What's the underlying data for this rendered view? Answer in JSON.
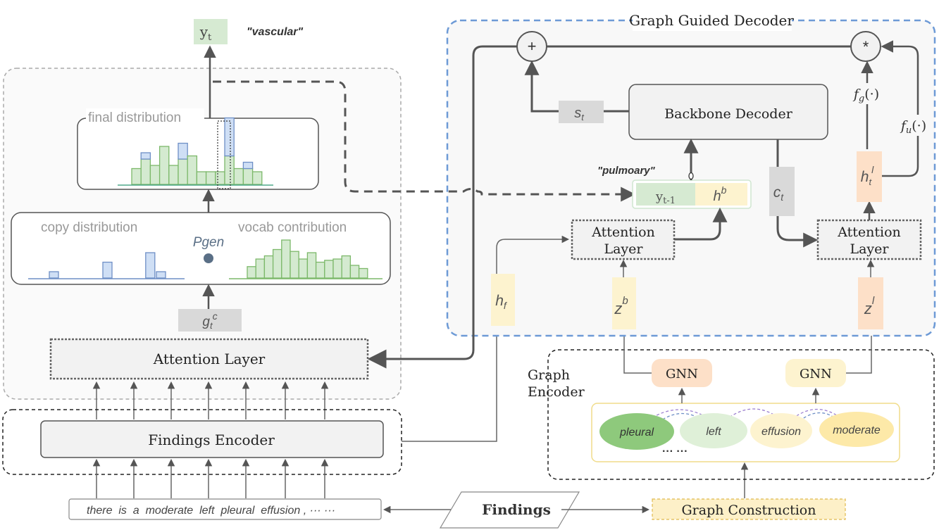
{
  "output": {
    "token_label": "y",
    "token_sub": "t",
    "word": "\"vascular\""
  },
  "final_distribution": {
    "label": "final distribution"
  },
  "copy_distribution": {
    "label": "copy distribution"
  },
  "vocab_contribution": {
    "label": "vocab contribution"
  },
  "pgen": {
    "label": "Pgen"
  },
  "context_vector": {
    "main": "g",
    "sub": "t",
    "sup": "c"
  },
  "attention_layer_left": {
    "label": "Attention Layer"
  },
  "findings_encoder": {
    "label": "Findings Encoder"
  },
  "findings_text": {
    "value": "there  is  a  moderate  left  pleural  effusion , ··· ···"
  },
  "findings": {
    "label": "Findings"
  },
  "graph_construction": {
    "label": "Graph Construction"
  },
  "graph_encoder": {
    "line1": "Graph",
    "line2": "Encoder"
  },
  "gnn_left": {
    "label": "GNN"
  },
  "gnn_right": {
    "label": "GNN"
  },
  "graph_nodes": {
    "pleural": "pleural",
    "left": "left",
    "effusion": "effusion",
    "moderate": "moderate",
    "ellipsis": "··· ···"
  },
  "graph_guided_decoder": {
    "title": "Graph Guided Decoder"
  },
  "plus_node": {
    "symbol": "+"
  },
  "mult_node": {
    "symbol": "*"
  },
  "state_vector": {
    "main": "s",
    "sub": "t"
  },
  "backbone_decoder": {
    "label": "Backbone Decoder"
  },
  "prev_token": {
    "word": "\"pulmoary\"",
    "y_label": "y",
    "y_sub": "t-1",
    "h_label": "h",
    "h_sup": "b"
  },
  "context_ct": {
    "main": "c",
    "sub": "t"
  },
  "attention_layer_mid": {
    "line1": "Attention",
    "line2": "Layer"
  },
  "attention_layer_right": {
    "line1": "Attention",
    "line2": "Layer"
  },
  "hf_vector": {
    "main": "h",
    "sub": "f"
  },
  "zb_vector": {
    "main": "z",
    "sup": "b"
  },
  "zl_vector": {
    "main": "z",
    "sup": "l"
  },
  "htl_vector": {
    "main": "h",
    "sub": "t",
    "sup": "l"
  },
  "fg": {
    "main": "f",
    "sub": "g",
    "arg": "(·)"
  },
  "fu": {
    "main": "f",
    "sub": "u",
    "arg": "(·)"
  },
  "colors": {
    "green_bar": "#d4ead0",
    "green_stroke": "#7cb86a",
    "blue_bar": "#cfdff5",
    "blue_stroke": "#6e8fc6",
    "peach": "#fde0c8",
    "yellow": "#fdf3cf",
    "gray_box": "#d9d9d9",
    "decoder_border": "#6d9ad6"
  },
  "chart_data": [
    {
      "type": "bar",
      "name_key": "final_distribution",
      "series": [
        {
          "name": "vocab",
          "values": [
            2.5,
            4,
            3,
            6,
            3,
            4,
            4.5,
            2,
            2,
            2,
            4.5,
            2.5,
            2.5,
            2
          ]
        },
        {
          "name": "copy",
          "values": [
            0,
            1,
            0,
            0,
            0,
            2.5,
            0,
            0,
            0,
            0,
            6,
            0,
            1,
            0
          ]
        }
      ]
    },
    {
      "type": "bar",
      "name_key": "copy_distribution",
      "series": [
        {
          "name": "copy",
          "values": [
            1,
            0,
            0,
            0,
            0,
            2.5,
            0,
            0,
            0,
            4,
            1
          ]
        }
      ]
    },
    {
      "type": "bar",
      "name_key": "vocab_contribution",
      "series": [
        {
          "name": "vocab",
          "values": [
            1.8,
            3,
            3.5,
            4.5,
            6,
            4.2,
            3,
            4,
            2.5,
            2.8,
            3,
            3.5,
            2,
            1.5
          ]
        }
      ]
    }
  ]
}
